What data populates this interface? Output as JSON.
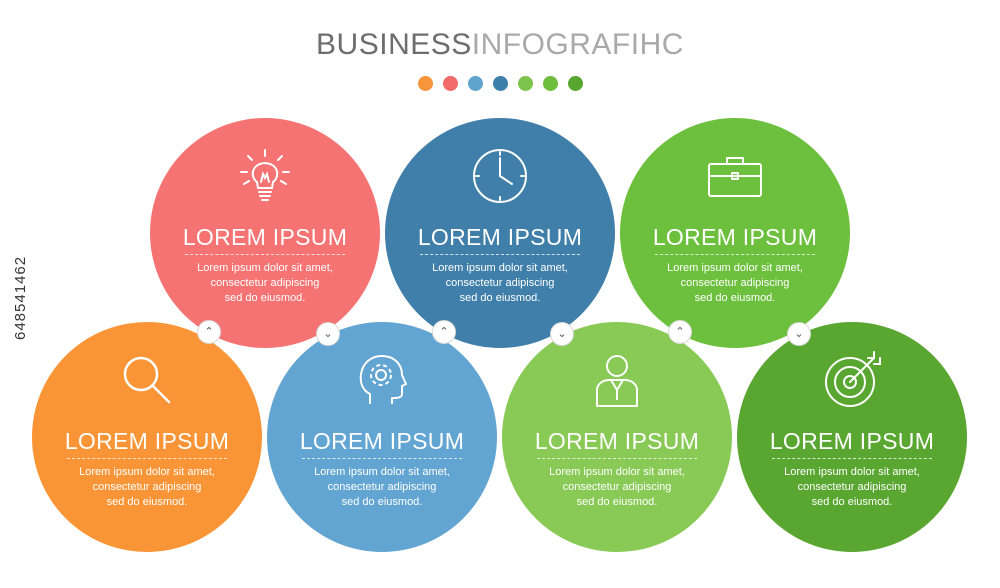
{
  "title": {
    "part1": "BUSINESS",
    "part2": "INFOGRAFIHC"
  },
  "dots": [
    "#f7953a",
    "#f26a6a",
    "#5fa4cc",
    "#3d7eaa",
    "#7dc44c",
    "#6fbd3c",
    "#57a62f"
  ],
  "steps": [
    {
      "heading": "LOREM IPSUM",
      "line1": "Lorem ipsum dolor sit amet,",
      "line2": "consectetur adipiscing",
      "line3": "sed do eiusmod.",
      "color": "#f57373",
      "icon": "lightbulb-icon"
    },
    {
      "heading": "LOREM IPSUM",
      "line1": "Lorem ipsum dolor sit amet,",
      "line2": "consectetur adipiscing",
      "line3": "sed do eiusmod.",
      "color": "#3f7fa9",
      "icon": "clock-icon"
    },
    {
      "heading": "LOREM IPSUM",
      "line1": "Lorem ipsum dolor sit amet,",
      "line2": "consectetur adipiscing",
      "line3": "sed do eiusmod.",
      "color": "#6dc03d",
      "icon": "briefcase-icon"
    },
    {
      "heading": "LOREM IPSUM",
      "line1": "Lorem ipsum dolor sit amet,",
      "line2": "consectetur adipiscing",
      "line3": "sed do eiusmod.",
      "color": "#fa9537",
      "icon": "magnifier-icon"
    },
    {
      "heading": "LOREM IPSUM",
      "line1": "Lorem ipsum dolor sit amet,",
      "line2": "consectetur adipiscing",
      "line3": "sed do eiusmod.",
      "color": "#63a5d2",
      "icon": "head-gear-icon"
    },
    {
      "heading": "LOREM IPSUM",
      "line1": "Lorem ipsum dolor sit amet,",
      "line2": "consectetur adipiscing",
      "line3": "sed do eiusmod.",
      "color": "#88ca55",
      "icon": "businessman-icon"
    },
    {
      "heading": "LOREM IPSUM",
      "line1": "Lorem ipsum dolor sit amet,",
      "line2": "consectetur adipiscing",
      "line3": "sed do eiusmod.",
      "color": "#59a631",
      "icon": "target-icon"
    }
  ],
  "watermark": "648541462"
}
